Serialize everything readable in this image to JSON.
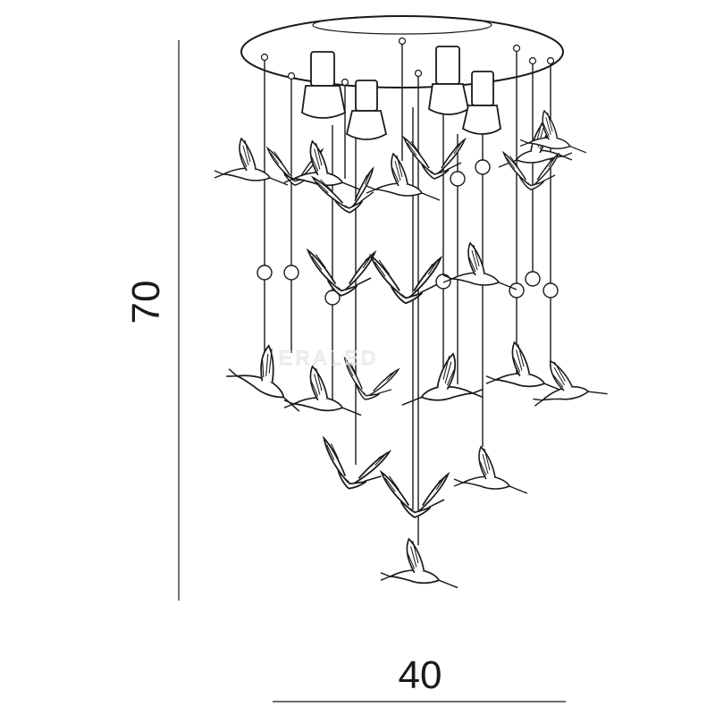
{
  "dimensions": {
    "height_label": "70",
    "width_label": "40"
  },
  "watermark": {
    "text": "ERALED"
  },
  "colors": {
    "line": "#1a1a1a",
    "background": "#ffffff",
    "watermark": "#e0e0e0"
  }
}
